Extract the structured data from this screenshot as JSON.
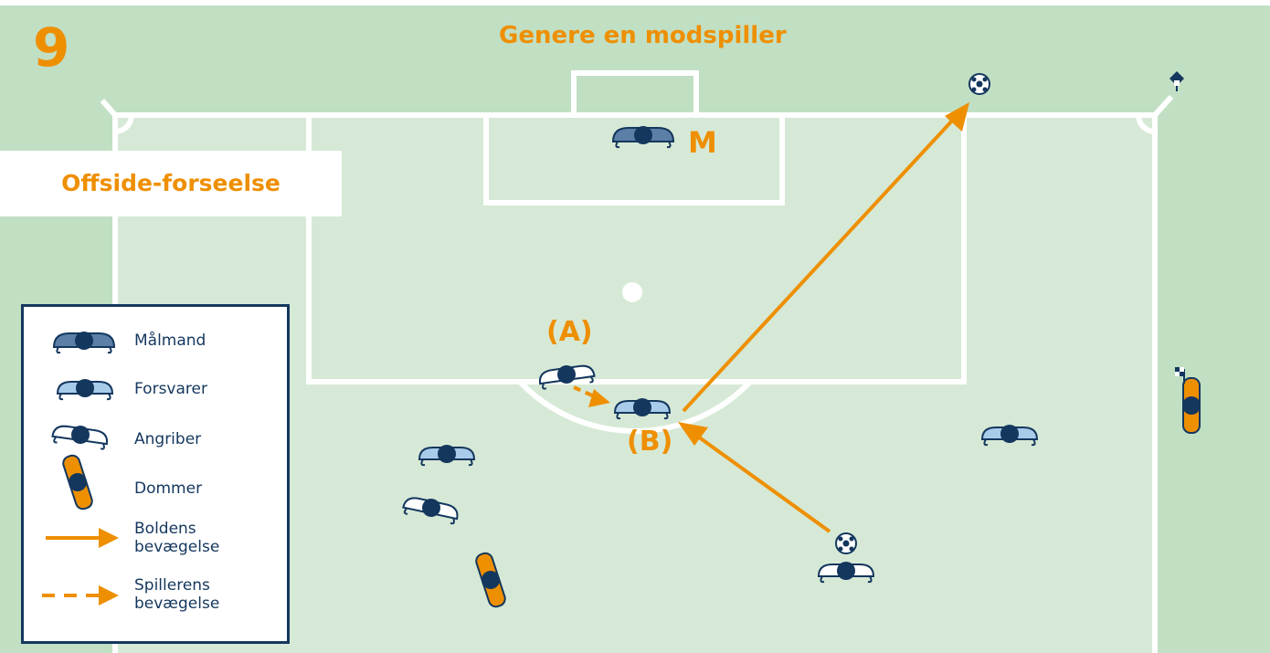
{
  "scene_number": "9",
  "heading": "Genere en modspiller",
  "infraction_title": "Offside-forseelse",
  "player_labels": {
    "goalkeeper": "M",
    "position_a": "(A)",
    "position_b": "(B)"
  },
  "legend": {
    "goalkeeper": "Målmand",
    "defender": "Forsvarer",
    "attacker": "Angriber",
    "referee": "Dommer",
    "ball_movement": [
      "Boldens",
      "bevægelse"
    ],
    "player_movement": [
      "Spillerens",
      "bevægelse"
    ]
  },
  "colors": {
    "accent_orange": "#EE8F00",
    "navy": "#14375E",
    "pitch_light": "#D6E9D6",
    "pitch_dark": "#C1DFC3",
    "goalkeeper_shirt": "#5B7FA6",
    "defender_shirt": "#A9CBEA",
    "attacker_shirt": "#FFFFFF",
    "referee_shirt": "#EE8F00"
  },
  "icons": [
    "soccer-ball-icon",
    "corner-flag-icon",
    "assistant-referee-flag-icon",
    "arrow-head-icon"
  ]
}
